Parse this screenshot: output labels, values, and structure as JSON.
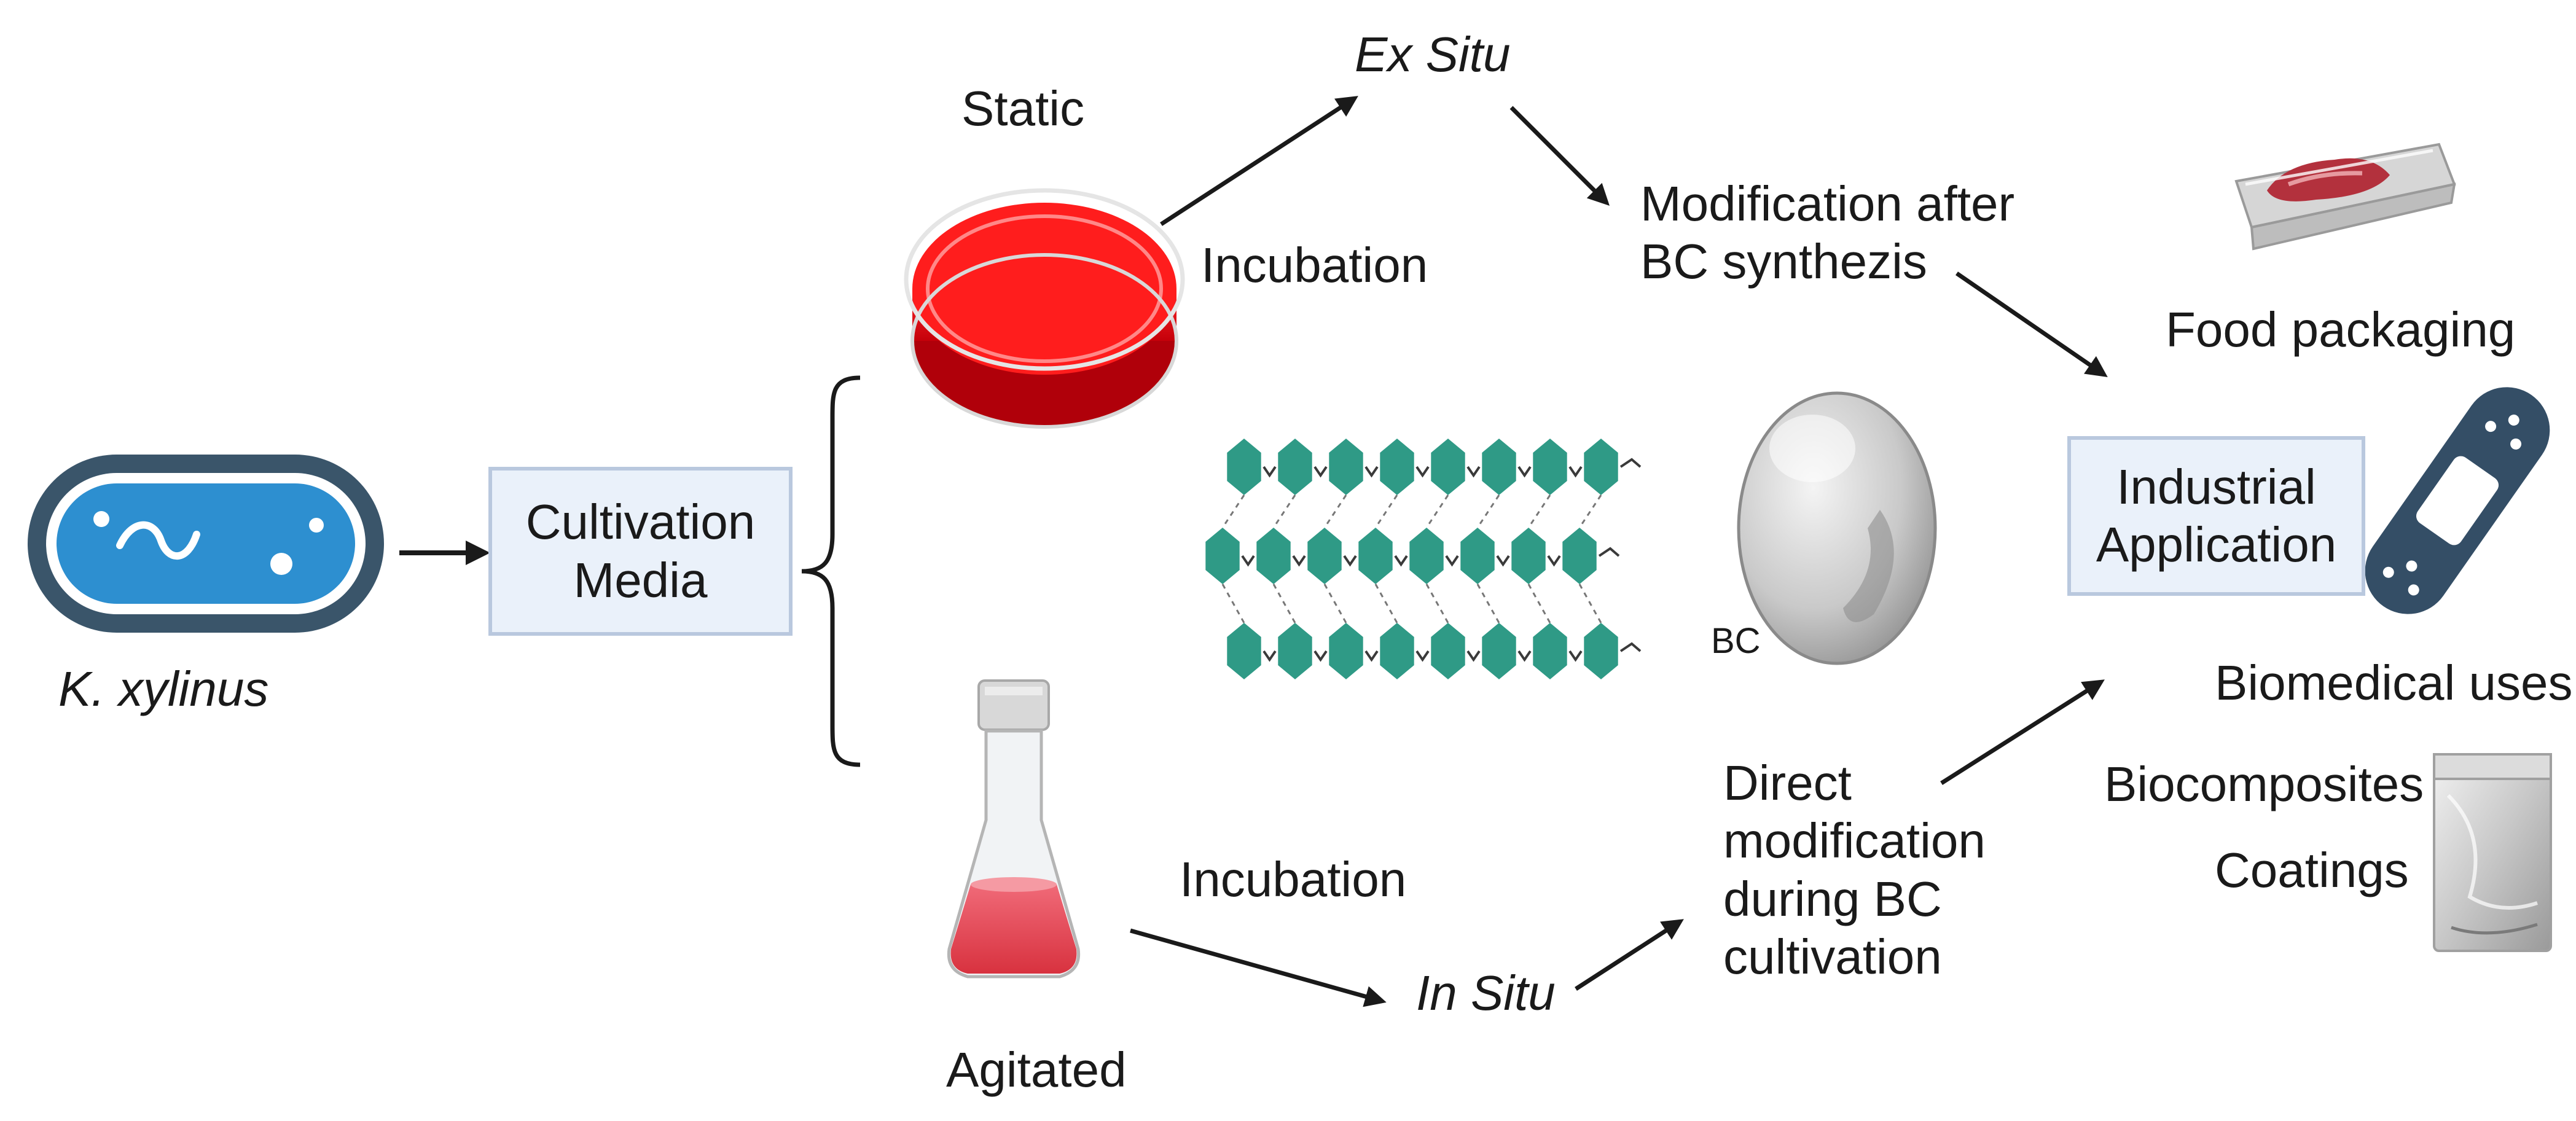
{
  "organism": {
    "label": "K. xylinus"
  },
  "cultivation_media": {
    "line1": "Cultivation",
    "line2": "Media"
  },
  "static_branch": {
    "label": "Static",
    "incubation": "Incubation",
    "route": "Ex Situ"
  },
  "agitated_branch": {
    "label": "Agitated",
    "incubation": "Incubation",
    "route": "In Situ"
  },
  "ex_situ_result": {
    "line1": "Modification after",
    "line2": "BC synthezis"
  },
  "in_situ_result": {
    "line1": "Direct",
    "line2": "modification",
    "line3": "during BC",
    "line4": "cultivation"
  },
  "bc_sphere": {
    "label": "BC"
  },
  "industrial": {
    "line1": "Industrial",
    "line2": "Application"
  },
  "applications": {
    "food": "Food packaging",
    "biomedical": "Biomedical uses",
    "biocomposites": "Biocomposites",
    "coatings": "Coatings"
  },
  "colors": {
    "bacterium_outer": "#3a556a",
    "bacterium_inner": "#2d8fd0",
    "media_red": "#e8121a",
    "cellulose_teal": "#2f9a86",
    "box_fill": "#eaf1fa",
    "box_border": "#b9c8de",
    "bandage_blue": "#344e66"
  }
}
